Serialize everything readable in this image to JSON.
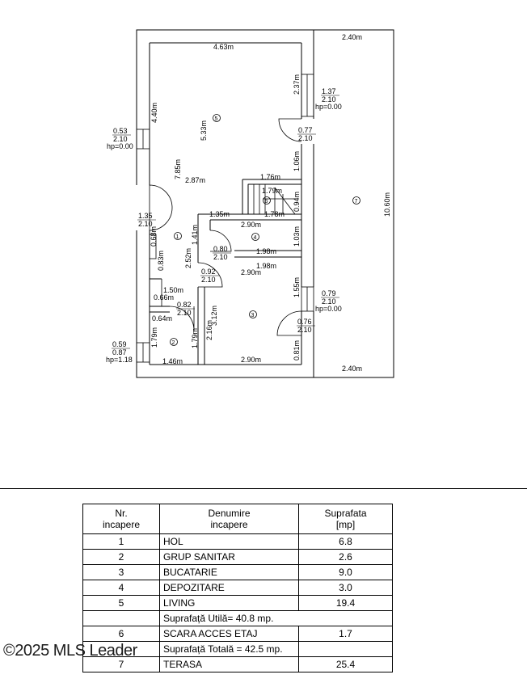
{
  "plan": {
    "dims": [
      {
        "t": "4.63m"
      },
      {
        "t": "2.40m"
      },
      {
        "t": "2.37m"
      },
      {
        "t": "4.40m"
      },
      {
        "t": "5.33m"
      },
      {
        "t": "7.85m"
      },
      {
        "t": "2.87m"
      },
      {
        "t": "1.06m"
      },
      {
        "t": "1.76m"
      },
      {
        "t": "1.79m"
      },
      {
        "t": "1.78m"
      },
      {
        "t": "0.94m"
      },
      {
        "t": "1.35m"
      },
      {
        "t": "2.90m"
      },
      {
        "t": "1.41m"
      },
      {
        "t": "0.68m"
      },
      {
        "t": "0.83m"
      },
      {
        "t": "2.52m"
      },
      {
        "t": "1.98m"
      },
      {
        "t": "1.03m"
      },
      {
        "t": "1.98m"
      },
      {
        "t": "2.90m"
      },
      {
        "t": "1.50m"
      },
      {
        "t": "0.66m"
      },
      {
        "t": "0.64m"
      },
      {
        "t": "1.55m"
      },
      {
        "t": "3.12m"
      },
      {
        "t": "2.16m"
      },
      {
        "t": "1.79m"
      },
      {
        "t": "1.79m"
      },
      {
        "t": "1.46m"
      },
      {
        "t": "2.90m"
      },
      {
        "t": "0.81m"
      },
      {
        "t": "2.40m"
      },
      {
        "t": "10.60m"
      }
    ],
    "openings": [
      {
        "l1": "1.37",
        "l2": "2.10",
        "l3": "hp=0.00"
      },
      {
        "l1": "0.53",
        "l2": "2.10",
        "l3": "hp=0.00"
      },
      {
        "l1": "0.77",
        "l2": "2.10",
        "l3": ""
      },
      {
        "l1": "1.35",
        "l2": "2.10",
        "l3": ""
      },
      {
        "l1": "0.80",
        "l2": "2.10",
        "l3": ""
      },
      {
        "l1": "0.92",
        "l2": "2.10",
        "l3": ""
      },
      {
        "l1": "0.82",
        "l2": "2.10",
        "l3": ""
      },
      {
        "l1": "0.79",
        "l2": "2.10",
        "l3": "hp=0.00"
      },
      {
        "l1": "0.76",
        "l2": "2.10",
        "l3": ""
      },
      {
        "l1": "0.59",
        "l2": "0.87",
        "l3": "hp=1.18"
      }
    ],
    "room_marks": [
      "5",
      "6",
      "7",
      "1",
      "4",
      "3",
      "2"
    ]
  },
  "table": {
    "header": {
      "nr": "Nr.\nincapere",
      "name": "Denumire\nincapere",
      "area": "Suprafata\n[mp]"
    },
    "rows": [
      {
        "nr": "1",
        "name": "HOL",
        "area": "6.8"
      },
      {
        "nr": "2",
        "name": "GRUP SANITAR",
        "area": "2.6"
      },
      {
        "nr": "3",
        "name": "BUCATARIE",
        "area": "9.0"
      },
      {
        "nr": "4",
        "name": "DEPOZITARE",
        "area": "3.0"
      },
      {
        "nr": "5",
        "name": "LIVING",
        "area": "19.4"
      }
    ],
    "sum_util": "Suprafață Utilă= 40.8 mp.",
    "row6": {
      "nr": "6",
      "name": "SCARA ACCES ETAJ",
      "area": "1.7"
    },
    "sum_total": "Suprafață Totală = 42.5 mp.",
    "row7": {
      "nr": "7",
      "name": "TERASA",
      "area": "25.4"
    }
  },
  "watermark": "©2025 MLS Leader"
}
